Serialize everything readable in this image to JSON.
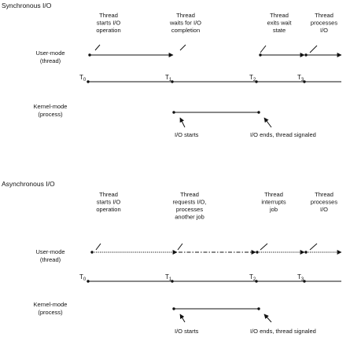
{
  "sections": {
    "sync": {
      "title": "Synchronous I/O",
      "annotations": [
        [
          "Thread",
          "starts I/O",
          "operation"
        ],
        [
          "Thread",
          "waits for I/O",
          "completion"
        ],
        [
          "Thread",
          "exits wait",
          "state"
        ],
        [
          "Thread",
          "processes",
          "I/O"
        ]
      ],
      "user_label": [
        "User-mode",
        "(thread)"
      ],
      "kernel_label": [
        "Kernel-mode",
        "(process)"
      ],
      "times": [
        "T0",
        "T1",
        "T2",
        "T3"
      ],
      "io_start": "I/O starts",
      "io_end": "I/O ends, thread signaled"
    },
    "async": {
      "title": "Asynchronous I/O",
      "annotations": [
        [
          "Thread",
          "starts I/O",
          "operation"
        ],
        [
          "Thread",
          "requests I/O,",
          "processes",
          "another job"
        ],
        [
          "Thread",
          "interrupts",
          "job"
        ],
        [
          "Thread",
          "processes",
          "I/O"
        ]
      ],
      "user_label": [
        "User-mode",
        "(thread)"
      ],
      "kernel_label": [
        "Kernel-mode",
        "(process)"
      ],
      "times": [
        "T0",
        "T1",
        "T2",
        "T3"
      ],
      "io_start": "I/O starts",
      "io_end": "I/O ends, thread signaled"
    }
  },
  "colors": {
    "ink": "#111111",
    "background": "#ffffff"
  }
}
